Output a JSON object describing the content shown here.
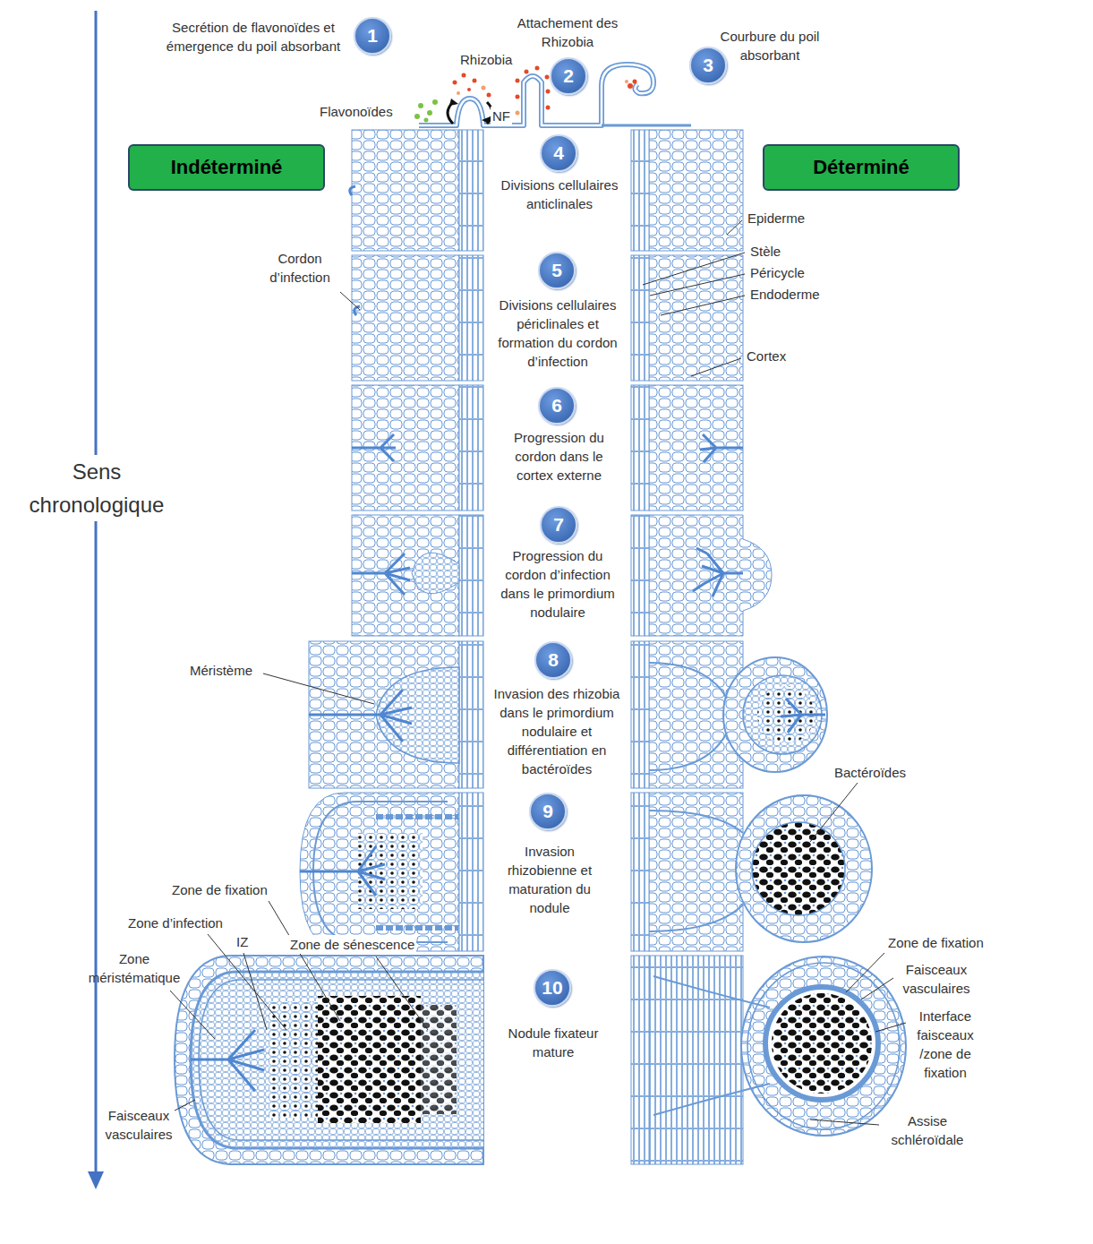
{
  "diagram": {
    "nodes": [
      {
        "text": [
          "1"
        ]
      },
      {
        "text": [
          "2"
        ]
      },
      {
        "text": [
          "3"
        ]
      },
      {
        "text": [
          "Indéterminé"
        ]
      },
      {
        "text": [
          "Déterminé"
        ]
      },
      {
        "text": [
          "4"
        ]
      },
      {
        "text": [
          "5"
        ]
      },
      {
        "text": [
          "6"
        ]
      },
      {
        "text": [
          "7"
        ]
      },
      {
        "text": [
          "8"
        ]
      },
      {
        "text": [
          "9"
        ]
      },
      {
        "text": [
          "10"
        ]
      }
    ],
    "labels": [
      "Secrétion de flavonoïdes et émergence du poil absorbant",
      "Attachement des Rhizobia",
      "Courbure du poil absorbant",
      "Rhizobia",
      "Flavonoïdes",
      "NF",
      "Divisions cellulaires anticlinales",
      "Epiderme",
      "Stèle",
      "Péricycle",
      "Endoderme",
      "Cordon d’infection",
      "Divisions cellulaires périclinales et formation du cordon d’infection",
      "Cortex",
      "Progression du cordon dans le cortex externe",
      "Progression du cordon d’infection dans le primordium nodulaire",
      "Méristème",
      "Invasion des rhizobia dans le primordium nodulaire et différentiation en bactéroïdes",
      "Bactéroïdes",
      "Invasion rhizobienne et maturation du nodule",
      "Zone de fixation",
      "Zone d’infection",
      "IZ",
      "Zone méristématique",
      "Zone de sénescence",
      "Nodule fixateur mature",
      "Faisceaux vasculaires",
      "Zone de fixation",
      "Faisceaux vasculaires",
      "Interface faisceaux /zone de fixation",
      "Assise schléroïdale",
      "Sens chronologique"
    ]
  }
}
